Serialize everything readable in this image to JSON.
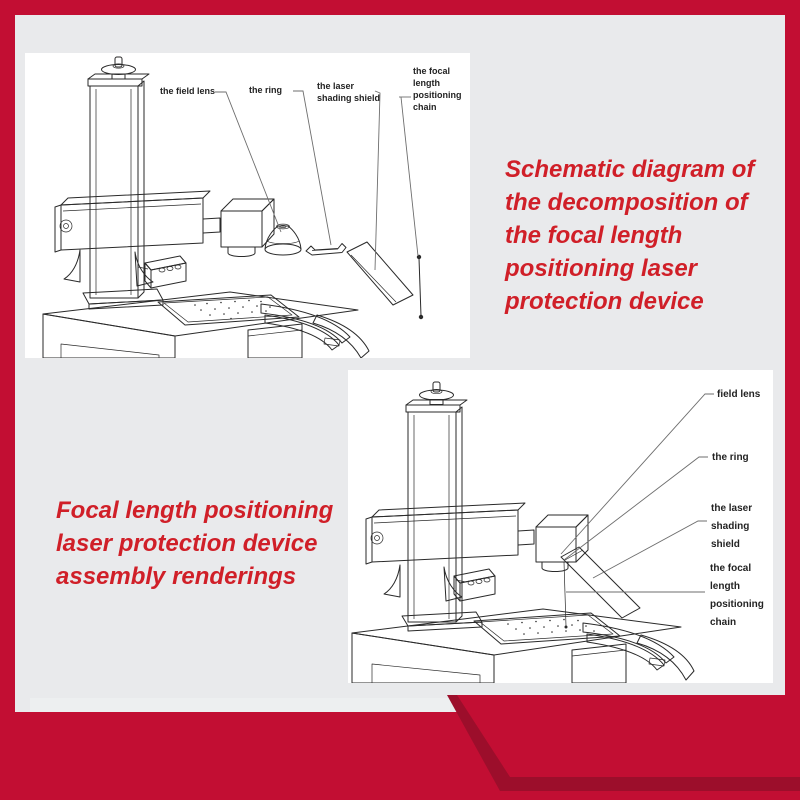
{
  "colors": {
    "frame_red": "#c20e33",
    "ribbon_shadow_red": "#9c0e2b",
    "caption_red": "#d01f28",
    "background_gray": "#e9eaec",
    "panel_white": "#ffffff",
    "diagram_line": "#2a2a2a"
  },
  "top_section": {
    "caption_lines": [
      "Schematic diagram of",
      "the decomposition of",
      "the focal length",
      "positioning laser",
      "protection device"
    ],
    "labels": {
      "field_lens": "the field lens",
      "ring": "the ring",
      "shield_lines": [
        "the laser",
        "shading shield"
      ],
      "chain_lines": [
        "the focal",
        "length",
        "positioning",
        "chain"
      ]
    }
  },
  "bottom_section": {
    "caption_lines": [
      "Focal length positioning",
      "laser protection device",
      "assembly renderings"
    ],
    "labels": {
      "field_lens": "field lens",
      "ring": "the ring",
      "shield_lines": [
        "the laser",
        "shading",
        "shield"
      ],
      "chain_lines": [
        "the focal",
        "length",
        "positioning",
        "chain"
      ]
    }
  }
}
